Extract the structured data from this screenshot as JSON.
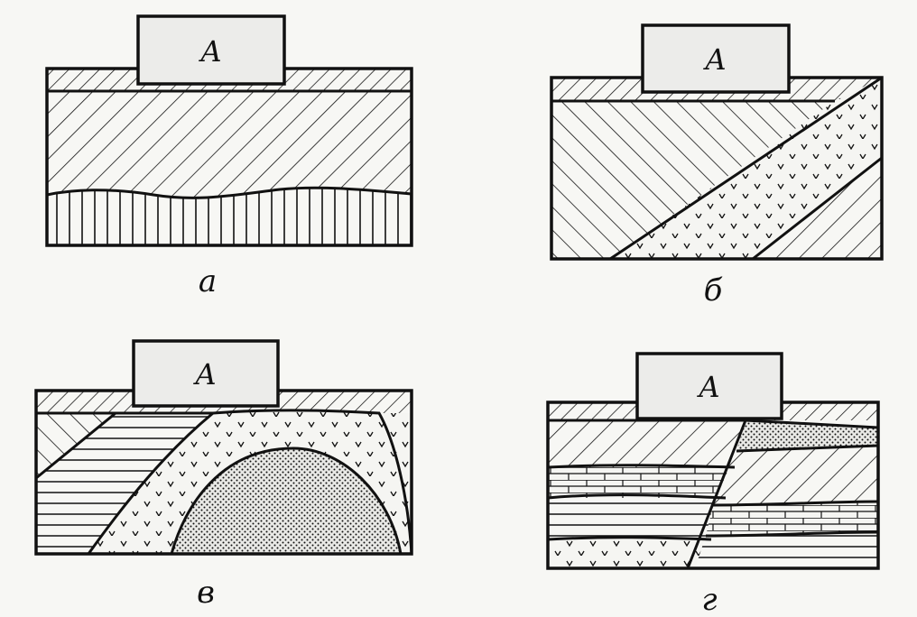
{
  "colors": {
    "ink": "#111111",
    "paper": "#f7f7f4",
    "block": "#ececea"
  },
  "panels": [
    {
      "block_label": "A",
      "caption": "а"
    },
    {
      "block_label": "A",
      "caption": "б"
    },
    {
      "block_label": "A",
      "caption": "в"
    },
    {
      "block_label": "A",
      "caption": "г"
    }
  ]
}
